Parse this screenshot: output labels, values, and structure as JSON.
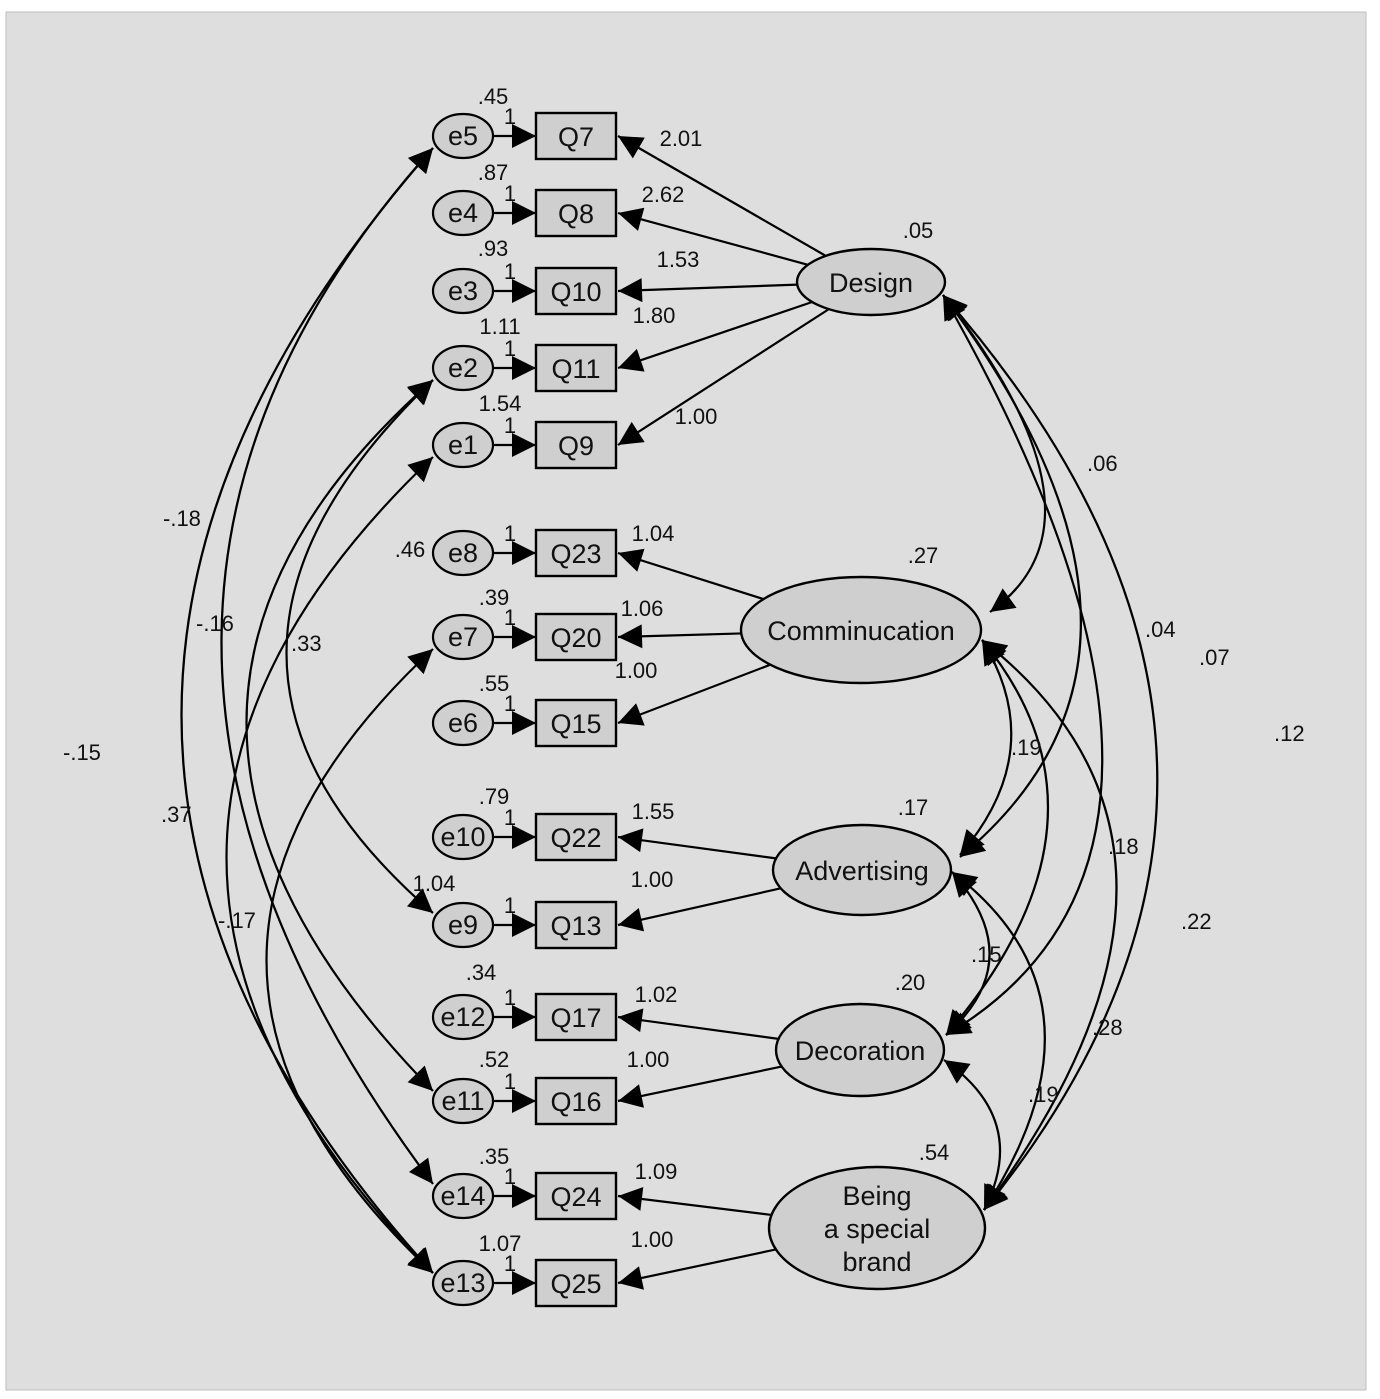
{
  "colors": {
    "background": "#dedede",
    "node_fill": "#cfcfcf",
    "stroke": "#000000"
  },
  "errors": [
    {
      "id": "e5",
      "variance": ".45",
      "weight": "1"
    },
    {
      "id": "e4",
      "variance": ".87",
      "weight": "1"
    },
    {
      "id": "e3",
      "variance": ".93",
      "weight": "1"
    },
    {
      "id": "e2",
      "variance": "1.11",
      "weight": "1"
    },
    {
      "id": "e1",
      "variance": "1.54",
      "weight": "1"
    },
    {
      "id": "e8",
      "variance": ".46",
      "weight": "1"
    },
    {
      "id": "e7",
      "variance": ".39",
      "weight": "1"
    },
    {
      "id": "e6",
      "variance": ".55",
      "weight": "1"
    },
    {
      "id": "e10",
      "variance": ".79",
      "weight": "1"
    },
    {
      "id": "e9",
      "variance": "1.04",
      "weight": "1"
    },
    {
      "id": "e12",
      "variance": ".34",
      "weight": "1"
    },
    {
      "id": "e11",
      "variance": ".52",
      "weight": "1"
    },
    {
      "id": "e14",
      "variance": ".35",
      "weight": "1"
    },
    {
      "id": "e13",
      "variance": "1.07",
      "weight": "1"
    }
  ],
  "items": [
    "Q7",
    "Q8",
    "Q10",
    "Q11",
    "Q9",
    "Q23",
    "Q20",
    "Q15",
    "Q22",
    "Q13",
    "Q17",
    "Q16",
    "Q24",
    "Q25"
  ],
  "latents": [
    {
      "id": "design",
      "label_lines": [
        "Design"
      ],
      "variance": ".05"
    },
    {
      "id": "communication",
      "label_lines": [
        "Comminucation"
      ],
      "variance": ".27"
    },
    {
      "id": "advertising",
      "label_lines": [
        "Advertising"
      ],
      "variance": ".17"
    },
    {
      "id": "decoration",
      "label_lines": [
        "Decoration"
      ],
      "variance": ".20"
    },
    {
      "id": "brand",
      "label_lines": [
        "Being",
        "a special",
        "brand"
      ],
      "variance": ".54"
    }
  ],
  "loadings": [
    {
      "from": "design",
      "to": "Q7",
      "value": "2.01"
    },
    {
      "from": "design",
      "to": "Q8",
      "value": "2.62"
    },
    {
      "from": "design",
      "to": "Q10",
      "value": "1.53"
    },
    {
      "from": "design",
      "to": "Q11",
      "value": "1.80"
    },
    {
      "from": "design",
      "to": "Q9",
      "value": "1.00"
    },
    {
      "from": "communication",
      "to": "Q23",
      "value": "1.04"
    },
    {
      "from": "communication",
      "to": "Q20",
      "value": "1.06"
    },
    {
      "from": "communication",
      "to": "Q15",
      "value": "1.00"
    },
    {
      "from": "advertising",
      "to": "Q22",
      "value": "1.55"
    },
    {
      "from": "advertising",
      "to": "Q13",
      "value": "1.00"
    },
    {
      "from": "decoration",
      "to": "Q17",
      "value": "1.02"
    },
    {
      "from": "decoration",
      "to": "Q16",
      "value": "1.00"
    },
    {
      "from": "brand",
      "to": "Q24",
      "value": "1.09"
    },
    {
      "from": "brand",
      "to": "Q25",
      "value": "1.00"
    }
  ],
  "latent_covariances": [
    {
      "a": "design",
      "b": "communication",
      "value": ".06"
    },
    {
      "a": "design",
      "b": "advertising",
      "value": ".04"
    },
    {
      "a": "design",
      "b": "decoration",
      "value": ".07"
    },
    {
      "a": "design",
      "b": "brand",
      "value": ".12"
    },
    {
      "a": "communication",
      "b": "advertising",
      "value": ".19"
    },
    {
      "a": "communication",
      "b": "decoration",
      "value": ".18"
    },
    {
      "a": "communication",
      "b": "brand",
      "value": ".22"
    },
    {
      "a": "advertising",
      "b": "decoration",
      "value": ".15"
    },
    {
      "a": "advertising",
      "b": "brand",
      "value": ".28"
    },
    {
      "a": "decoration",
      "b": "brand",
      "value": ".19"
    }
  ],
  "error_covariances": [
    {
      "a": "e5",
      "b": "e14",
      "value": "-.18"
    },
    {
      "a": "e5",
      "b": "e13",
      "value": "-.15"
    },
    {
      "a": "e2",
      "b": "e11",
      "value": "-.16"
    },
    {
      "a": "e2",
      "b": "e9",
      "value": ".33"
    },
    {
      "a": "e1",
      "b": "e13",
      "value": ".37"
    },
    {
      "a": "e7",
      "b": "e13",
      "value": "-.17"
    }
  ]
}
